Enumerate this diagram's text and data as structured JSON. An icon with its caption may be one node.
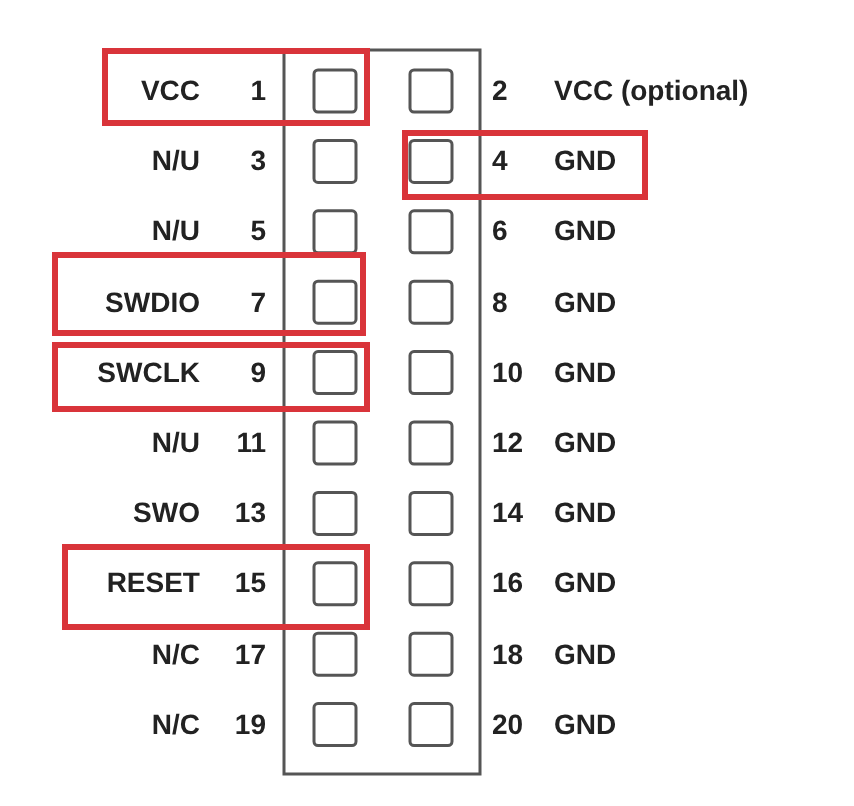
{
  "diagram": {
    "nodes": [
      {
        "text": [
          "VCC",
          "1"
        ]
      },
      {
        "text": [
          "4",
          "GND"
        ]
      },
      {
        "text": [
          "SWDIO",
          "7"
        ]
      },
      {
        "text": [
          "SWCLK",
          "9"
        ]
      },
      {
        "text": [
          "RESET",
          "15"
        ]
      }
    ],
    "labels": [
      "2",
      "VCC (optional)",
      "N/U",
      "3",
      "N/U",
      "5",
      "6",
      "GND",
      "8",
      "GND",
      "10",
      "GND",
      "N/U",
      "11",
      "12",
      "GND",
      "SWO",
      "13",
      "14",
      "GND",
      "16",
      "GND",
      "N/C",
      "17",
      "18",
      "GND",
      "N/C",
      "19",
      "20",
      "GND"
    ]
  }
}
